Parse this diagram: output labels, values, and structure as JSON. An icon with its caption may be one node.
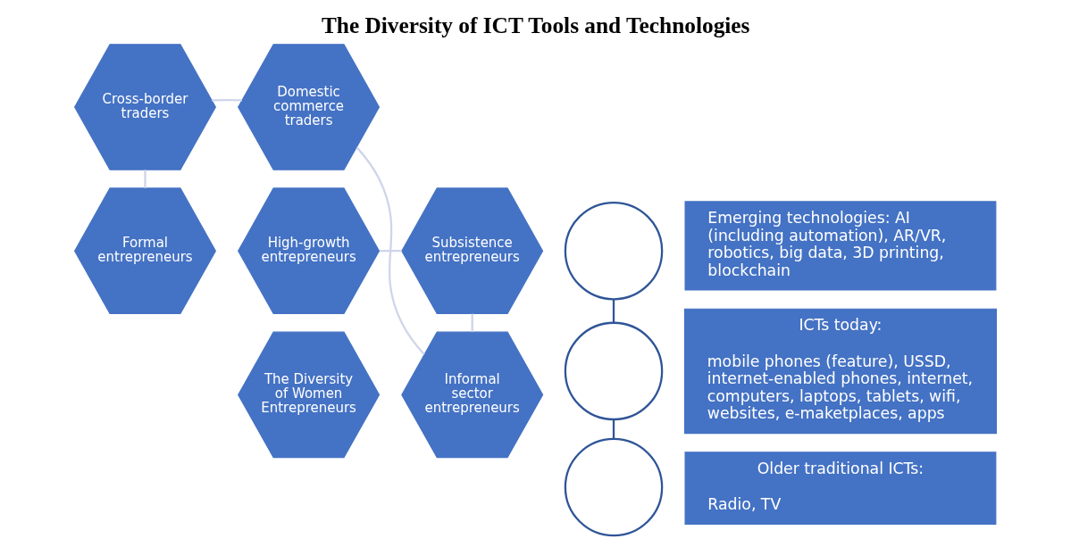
{
  "diagram": {
    "title": "The Diversity of ICT Tools and Technologies",
    "nodes": [
      {
        "text": [
          "High-growth entrepreneurs"
        ]
      },
      {
        "text": [
          "Formal entrepreneurs"
        ]
      },
      {
        "text": [
          "Subsistence entrepreneurs"
        ]
      },
      {
        "text": [
          "The Diversity of Women Entrepreneurs"
        ]
      },
      {
        "text": [
          "Cross-border traders"
        ]
      },
      {
        "text": [
          "Informal sector entrepreneurs"
        ]
      },
      {
        "text": [
          "Domestic commerce traders"
        ]
      },
      {
        "text": [],
        "shape": "circle"
      },
      {
        "text": [
          "Emerging technologies: AI (including automation), AR/VR, robotics, big data, 3D printing, blockchain"
        ]
      },
      {
        "text": [],
        "shape": "circle"
      },
      {
        "text": [
          "ICTs today:",
          "mobile phones (feature), USSD, internet-enabled phones, internet, computers, laptops, tablets, wifi, websites, e-maketplaces, apps"
        ]
      },
      {
        "text": [],
        "shape": "circle"
      },
      {
        "text": [
          "Older traditional ICTs:",
          "Radio, TV"
        ]
      }
    ],
    "edges": [
      {
        "from": 0,
        "to": 2,
        "arrow": "none",
        "color": "#cfd5ea"
      },
      {
        "from": 2,
        "to": 5,
        "arrow": "none",
        "color": "#cfd5ea"
      },
      {
        "from": 5,
        "to": 6,
        "arrow": "none",
        "color": "#cfd5ea"
      },
      {
        "from": 6,
        "to": 4,
        "arrow": "none",
        "color": "#cfd5ea"
      },
      {
        "from": 4,
        "to": 1,
        "arrow": "none",
        "color": "#cfd5ea"
      },
      {
        "from": 7,
        "to": 9,
        "arrow": "none",
        "color": "#2f5597"
      },
      {
        "from": 9,
        "to": 11,
        "arrow": "none",
        "color": "#2f5597"
      }
    ]
  }
}
